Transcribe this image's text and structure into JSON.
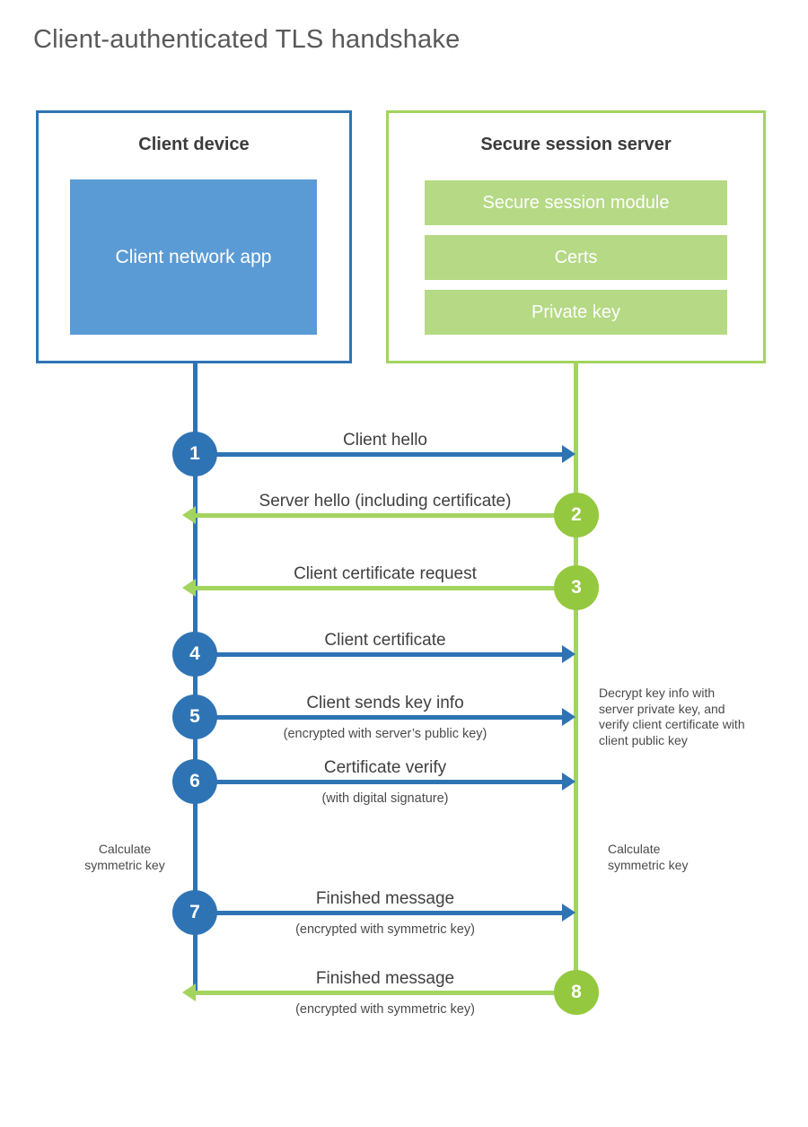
{
  "title": "Client-authenticated TLS handshake",
  "client": {
    "title": "Client device",
    "app": "Client network app"
  },
  "server": {
    "title": "Secure session server",
    "modules": [
      "Secure session module",
      "Certs",
      "Private key"
    ]
  },
  "messages": [
    {
      "num": "1",
      "label": "Client hello",
      "direction": "client-to-server"
    },
    {
      "num": "2",
      "label": "Server hello (including certificate)",
      "direction": "server-to-client"
    },
    {
      "num": "3",
      "label": "Client certificate request",
      "direction": "server-to-client"
    },
    {
      "num": "4",
      "label": "Client certificate",
      "direction": "client-to-server"
    },
    {
      "num": "5",
      "label": "Client sends key info",
      "sub": "(encrypted with server’s public key)",
      "direction": "client-to-server"
    },
    {
      "num": "6",
      "label": "Certificate verify",
      "sub": "(with digital signature)",
      "direction": "client-to-server"
    },
    {
      "num": "7",
      "label": "Finished message",
      "sub": "(encrypted with symmetric key)",
      "direction": "client-to-server"
    },
    {
      "num": "8",
      "label": "Finished message",
      "sub": "(encrypted with symmetric key)",
      "direction": "server-to-client"
    }
  ],
  "notes": {
    "decrypt": "Decrypt key info with server private key, and verify client certificate with client public key",
    "calc_client": "Calculate symmetric key",
    "calc_server": "Calculate symmetric key"
  },
  "colors": {
    "blue": "#2e74b5",
    "blue_fill": "#5b9bd5",
    "green_line": "#a2d45e",
    "green_circle": "#94c83f",
    "green_fill": "#b5d985"
  }
}
